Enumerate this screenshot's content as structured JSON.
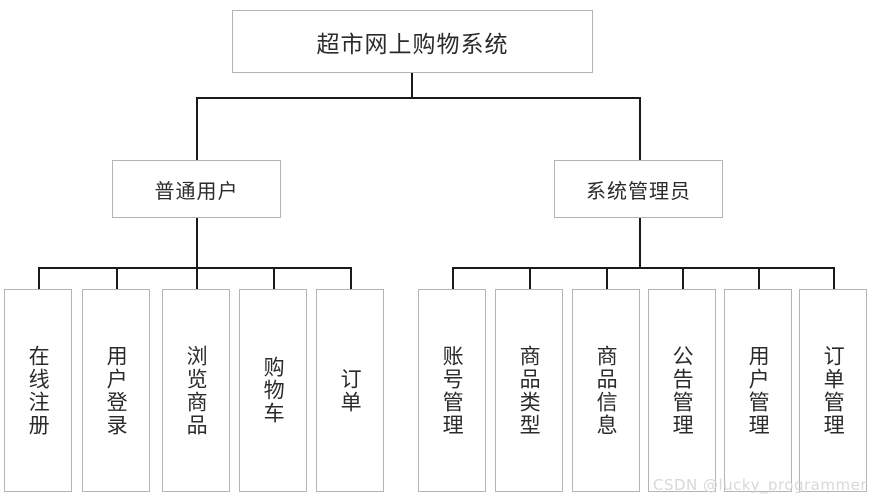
{
  "diagram": {
    "type": "organization-tree",
    "root": {
      "label": "超市网上购物系统"
    },
    "branches": [
      {
        "id": "regular-user",
        "label": "普通用户",
        "leaves": [
          {
            "label": "在线注册"
          },
          {
            "label": "用户登录"
          },
          {
            "label": "浏览商品"
          },
          {
            "label": "购物车"
          },
          {
            "label": "订单"
          }
        ]
      },
      {
        "id": "system-admin",
        "label": "系统管理员",
        "leaves": [
          {
            "label": "账号管理"
          },
          {
            "label": "商品类型"
          },
          {
            "label": "商品信息"
          },
          {
            "label": "公告管理"
          },
          {
            "label": "用户管理"
          },
          {
            "label": "订单管理"
          }
        ]
      }
    ]
  },
  "watermark": {
    "text": "CSDN @lucky_programmer"
  },
  "colors": {
    "background": "#ffffff",
    "box_border": "#b4b4b4",
    "connector": "#1a1a1a",
    "text": "#2b2b2b",
    "watermark": "#d8d8d8"
  }
}
